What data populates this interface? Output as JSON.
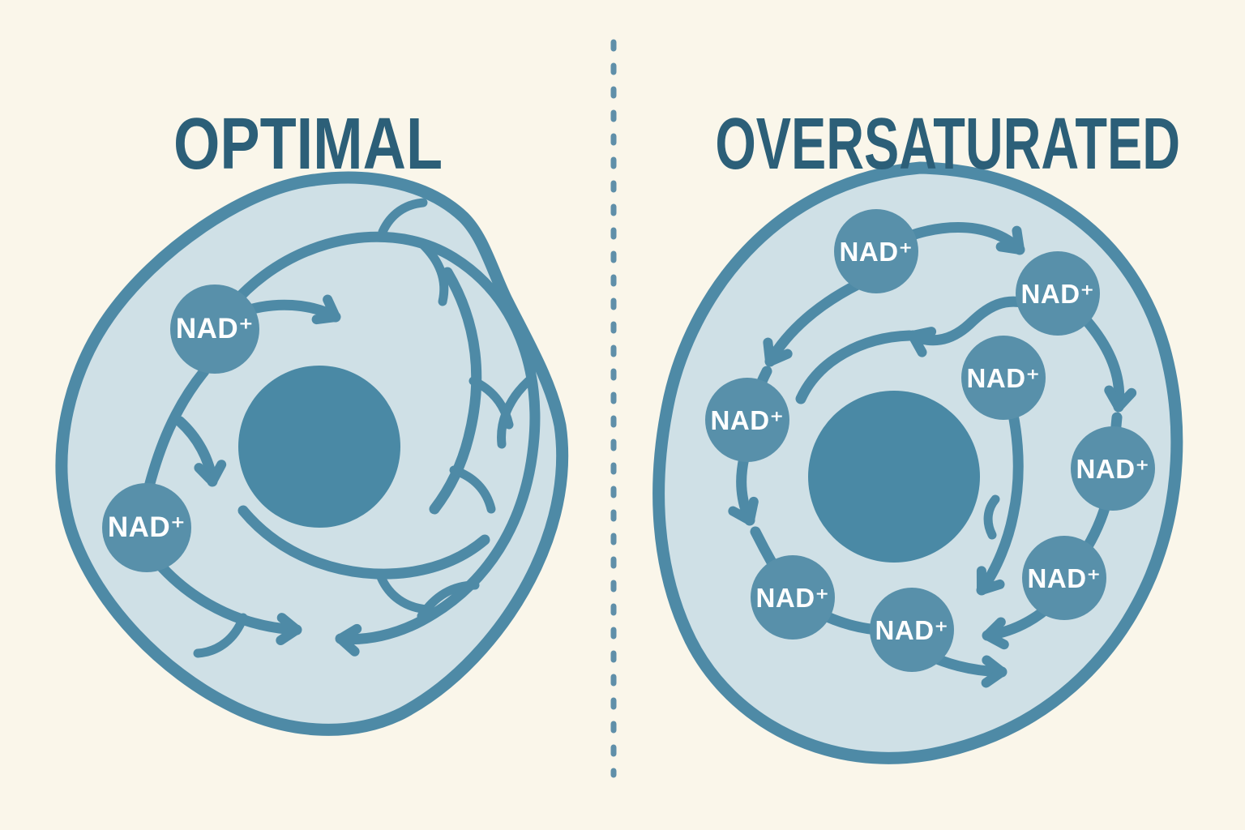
{
  "colors": {
    "background": "#FAF6EA",
    "cell_fill": "#CFE0E6",
    "cell_outline": "#4E8AA6",
    "arrow": "#4E8AA6",
    "nucleus": "#4A89A5",
    "node_fill": "#5890AA",
    "node_text": "#FFFFFF",
    "title_text": "#2C5F78",
    "divider": "#5F8FA9"
  },
  "left_panel": {
    "title": "OPTIMAL",
    "nodes": [
      {
        "label": "NAD⁺"
      },
      {
        "label": "NAD⁺"
      }
    ]
  },
  "right_panel": {
    "title": "OVERSATURATED",
    "nodes": [
      {
        "label": "NAD⁺"
      },
      {
        "label": "NAD⁺"
      },
      {
        "label": "NAD⁺"
      },
      {
        "label": "NAD⁺"
      },
      {
        "label": "NAD⁺"
      },
      {
        "label": "NAD⁺"
      },
      {
        "label": "NAD⁺"
      },
      {
        "label": "NAD⁺"
      }
    ]
  }
}
